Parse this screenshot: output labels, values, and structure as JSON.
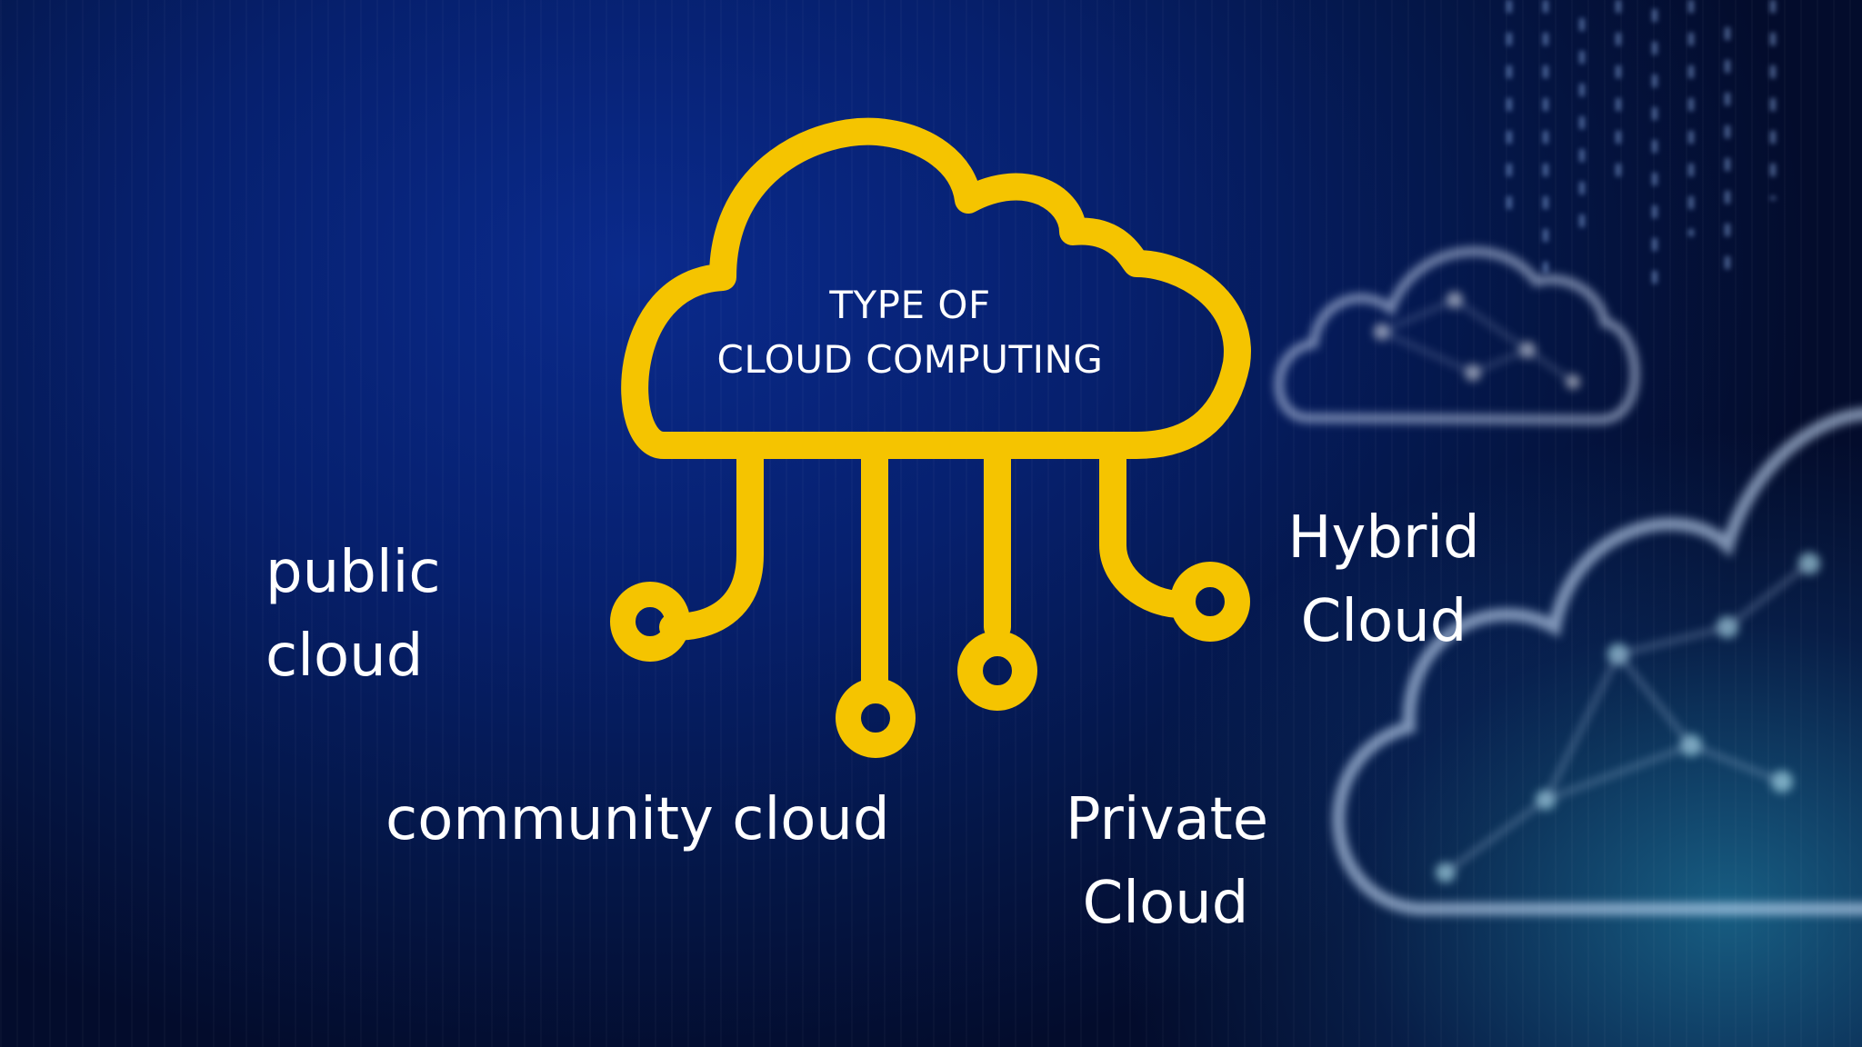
{
  "diagram": {
    "title_lines": [
      "TYPE OF",
      "CLOUD COMPUTING"
    ],
    "cloud_types": {
      "public": [
        "public",
        "cloud"
      ],
      "community": [
        "community cloud"
      ],
      "private": [
        "Private",
        "Cloud"
      ],
      "hybrid": [
        "Hybrid",
        "Cloud"
      ]
    }
  },
  "colors": {
    "icon_stroke": "#F5C400",
    "text": "#FFFFFF",
    "background": "#06206E",
    "accent_glow": "#2AA6C8"
  },
  "icons": {
    "main": "cloud-network-icon",
    "background": [
      "cloud-circuit-icon",
      "cloud-circuit-icon"
    ]
  }
}
